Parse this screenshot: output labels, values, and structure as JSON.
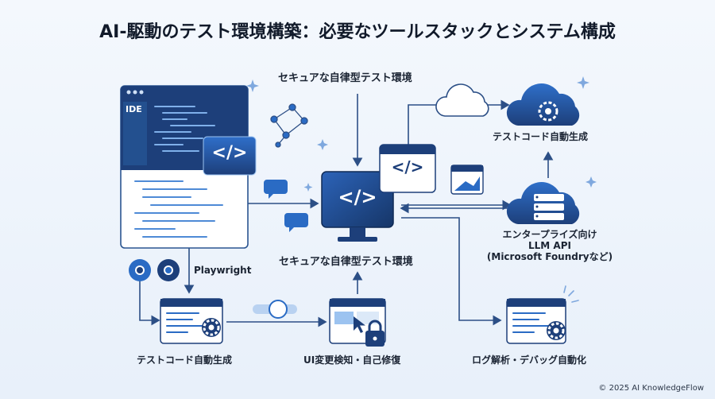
{
  "title": "AI-駆動のテスト環境構築：必要なツールスタックとシステム構成",
  "nodes": {
    "top_label": "セキュアな自律型テスト環境",
    "center_label": "セキュアな自律型テスト環境",
    "ide_tag": "IDE",
    "code_symbol": "</>",
    "playwright": "Playwright",
    "bottom_left": "テストコード自動生成",
    "bottom_mid": "UI変更検知・自己修復",
    "bottom_right": "ログ解析・デバッグ自動化",
    "right_top": "テストコード自動生成",
    "llm_line1": "エンタープライズ向け",
    "llm_line2": "LLM API",
    "llm_line3": "(Microsoft Foundryなど)"
  },
  "footer": "© 2025 AI KnowledgeFlow",
  "colors": {
    "navy": "#1d3f7a",
    "blue": "#2a6bc4",
    "light": "#dce9f8",
    "line": "#2c4f86"
  }
}
